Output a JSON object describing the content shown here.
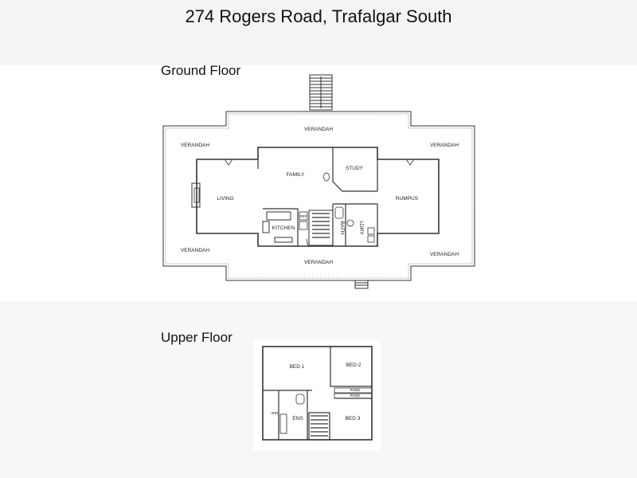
{
  "title": "274 Rogers Road, Trafalgar South",
  "ground_floor": {
    "label": "Ground Floor",
    "rooms": {
      "verandah_top": "VERANDAH",
      "verandah_top_left": "VERANDAH",
      "verandah_top_right": "VERANDAH",
      "verandah_bottom_left": "VERANDAH",
      "verandah_bottom": "VERANDAH",
      "verandah_bottom_right": "VERANDAH",
      "family": "FAMILY",
      "study": "STUDY",
      "living": "LIVING",
      "rumpus": "RUMPUS",
      "kitchen": "KITCHEN",
      "bath": "BATH",
      "ldry": "LDRY",
      "ref": "REF"
    }
  },
  "upper_floor": {
    "label": "Upper Floor",
    "rooms": {
      "bed1": "BED 1",
      "bed2": "BED 2",
      "bed3": "BED 3",
      "ens": "ENS",
      "wir": "WIR",
      "robe1": "ROBE",
      "robe2": "ROBE"
    }
  }
}
